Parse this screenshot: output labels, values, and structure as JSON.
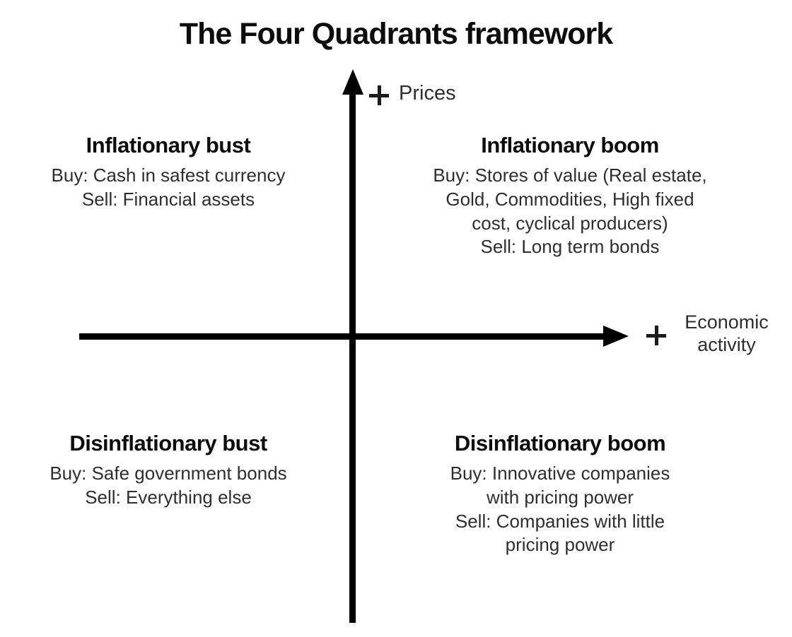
{
  "page": {
    "title": "The Four Quadrants framework"
  },
  "axes": {
    "y": {
      "plus": "+",
      "label": "Prices"
    },
    "x": {
      "plus": "+",
      "label": "Economic\nactivity"
    }
  },
  "quadrants": {
    "top_left": {
      "heading": "Inflationary bust",
      "body": "Buy: Cash in safest currency\nSell: Financial assets"
    },
    "top_right": {
      "heading": "Inflationary boom",
      "body": "Buy: Stores of value (Real estate,\nGold, Commodities, High fixed\ncost, cyclical producers)\nSell: Long term bonds"
    },
    "bottom_left": {
      "heading": "Disinflationary bust",
      "body": "Buy: Safe government bonds\nSell: Everything else"
    },
    "bottom_right": {
      "heading": "Disinflationary boom",
      "body": "Buy: Innovative companies\nwith pricing power\nSell: Companies with little\npricing power"
    }
  },
  "colors": {
    "background": "#ffffff",
    "axis": "#000000",
    "heading_text": "#0d0d0d",
    "body_text": "#2e2e2e"
  }
}
